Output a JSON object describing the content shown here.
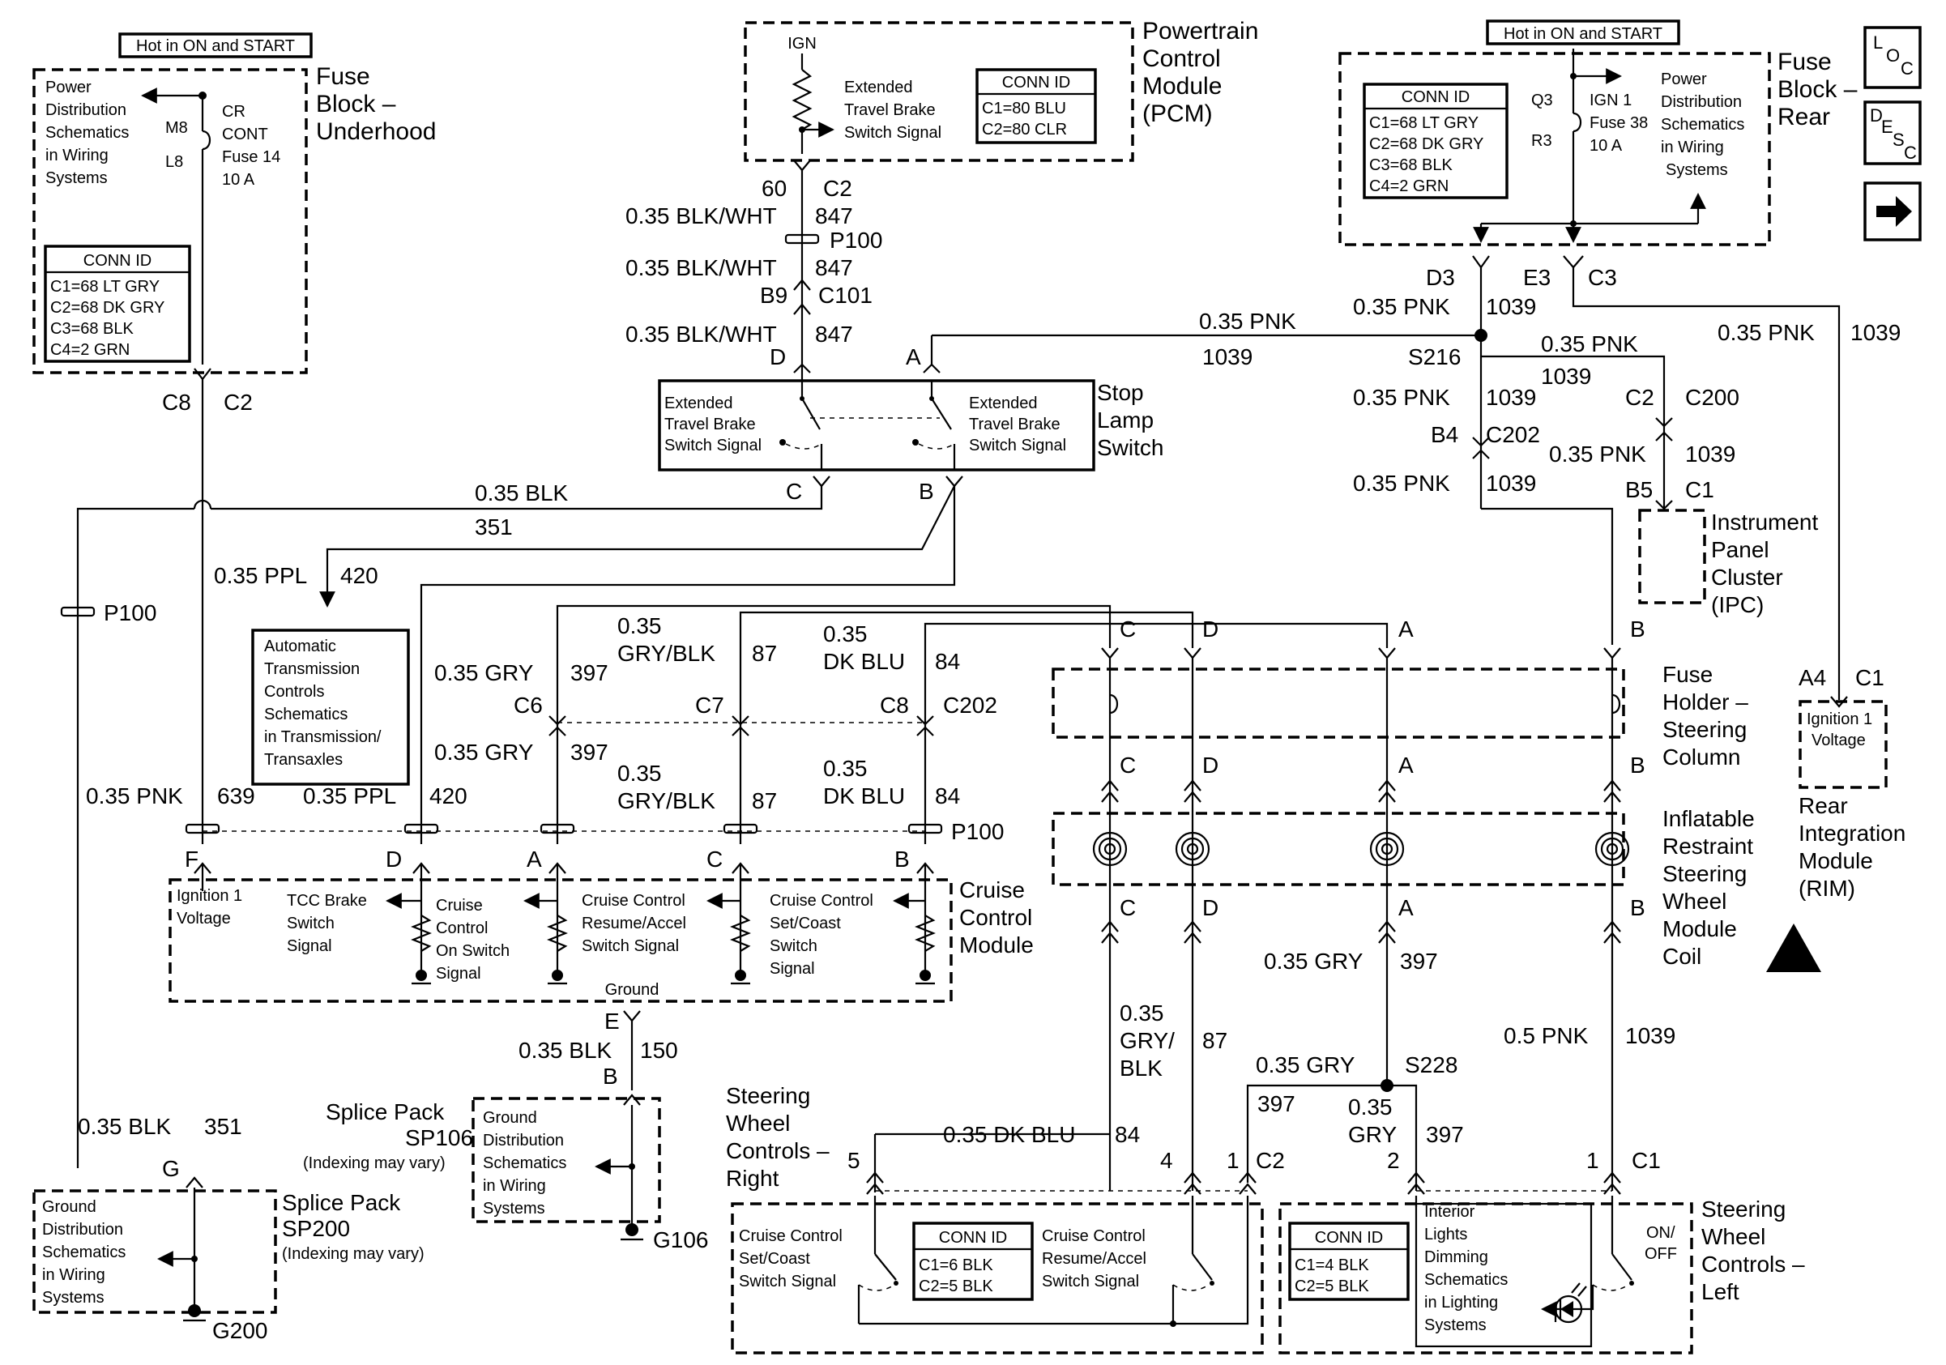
{
  "hot": "Hot in ON and START",
  "conn_id": "CONN ID",
  "fb_underhood": {
    "title": [
      "Fuse",
      "Block –",
      "Underhood"
    ],
    "pd": [
      "Power",
      "Distribution",
      "Schematics",
      "in Wiring",
      "Systems"
    ],
    "fuse": [
      "CR",
      "CONT",
      "Fuse 14",
      "10 A"
    ],
    "m8": "M8",
    "l8": "L8",
    "conn": [
      "C1=68 LT GRY",
      "C2=68 DK GRY",
      "C3=68 BLK",
      "C4=2 GRN"
    ],
    "c8": "C8",
    "c2": "C2"
  },
  "pcm": {
    "title": [
      "Powertrain",
      "Control",
      "Module",
      "(PCM)"
    ],
    "ign": "IGN",
    "sig": [
      "Extended",
      "Travel Brake",
      "Switch Signal"
    ],
    "conn": [
      "C1=80 BLU",
      "C2=80 CLR"
    ],
    "pin": "60",
    "conn_c2": "C2"
  },
  "fb_rear": {
    "title": [
      "Fuse",
      "Block –",
      "Rear"
    ],
    "conn": [
      "C1=68 LT GRY",
      "C2=68 DK GRY",
      "C3=68 BLK",
      "C4=2 GRN"
    ],
    "q3": "Q3",
    "r3": "R3",
    "fuse": [
      "IGN 1",
      "Fuse 38",
      "10 A"
    ],
    "pd": [
      "Power",
      "Distribution",
      "Schematics",
      "in Wiring",
      "Systems"
    ],
    "d3": "D3",
    "e3": "E3",
    "c3": "C3"
  },
  "nav": {
    "loc": [
      "L",
      "O",
      "C"
    ],
    "desc": [
      "D",
      "E",
      "S",
      "C"
    ],
    "arrow": "→"
  },
  "wires": {
    "blk_wht": "0.35 BLK/WHT",
    "c847": "847",
    "p100": "P100",
    "b9": "B9",
    "c101": "C101",
    "pnk": "0.35 PNK",
    "c1039": "1039",
    "s216": "S216",
    "c2": "C2",
    "c200": "C200",
    "b4": "B4",
    "c202": "C202",
    "b5": "B5",
    "c1": "C1",
    "blk": "0.35 BLK",
    "c351": "351",
    "ppl": "0.35 PPL",
    "c420": "420",
    "gry": "0.35 GRY",
    "c397": "397",
    "gry_blk": [
      "0.35",
      "GRY/BLK"
    ],
    "c87": "87",
    "dkblu": [
      "0.35",
      "DK BLU"
    ],
    "c84": "84",
    "c6": "C6",
    "c7": "C7",
    "c8": "C8",
    "c639": "639",
    "e": "E",
    "c150": "150",
    "b": "B",
    "gry_blk3": [
      "0.35",
      "GRY/",
      "BLK"
    ],
    "dkblu1": "0.35 DK BLU",
    "s228": "S228",
    "gry2": [
      "0.35",
      "GRY"
    ],
    "pnk05": "0.5 PNK",
    "g": "G"
  },
  "stop_lamp": {
    "title": [
      "Stop",
      "Lamp",
      "Switch"
    ],
    "left": [
      "Extended",
      "Travel Brake",
      "Switch Signal"
    ],
    "right": [
      "Extended",
      "Travel Brake",
      "Switch Signal"
    ],
    "d": "D",
    "a": "A",
    "c": "C",
    "b": "B"
  },
  "ipc": {
    "title": [
      "Instrument",
      "Panel",
      "Cluster",
      "(IPC)"
    ]
  },
  "atc": {
    "text": [
      "Automatic",
      "Transmission",
      "Controls",
      "Schematics",
      "in Transmission/",
      "Transaxles"
    ]
  },
  "fuse_holder": {
    "title": [
      "Fuse",
      "Holder –",
      "Steering",
      "Column"
    ]
  },
  "airbag_coil": {
    "title": [
      "Inflatable",
      "Restraint",
      "Steering",
      "Wheel",
      "Module",
      "Coil"
    ]
  },
  "rim": {
    "box": [
      "Ignition 1",
      "Voltage"
    ],
    "title": [
      "Rear",
      "Integration",
      "Module",
      "(RIM)"
    ],
    "a4": "A4",
    "c1": "C1"
  },
  "ccm": {
    "title": [
      "Cruise",
      "Control",
      "Module"
    ],
    "ign": [
      "Ignition 1",
      "Voltage"
    ],
    "tcc": [
      "TCC Brake",
      "Switch",
      "Signal"
    ],
    "on": [
      "Cruise",
      "Control",
      "On Switch",
      "Signal"
    ],
    "resume": [
      "Cruise Control",
      "Resume/Accel",
      "Switch Signal"
    ],
    "set": [
      "Cruise Control",
      "Set/Coast",
      "Switch",
      "Signal"
    ],
    "ground": "Ground",
    "pins": [
      "F",
      "D",
      "A",
      "C",
      "B"
    ]
  },
  "letters": {
    "c": "C",
    "d": "D",
    "a": "A",
    "b": "B"
  },
  "sp106": {
    "title": "Splice Pack",
    "id": "SP106",
    "note": "(Indexing may vary)",
    "gd": [
      "Ground",
      "Distribution",
      "Schematics",
      "in Wiring",
      "Systems"
    ],
    "g106": "G106"
  },
  "sp200": {
    "title": "Splice Pack",
    "id": "SP200",
    "note": "(Indexing may vary)",
    "gd": [
      "Ground",
      "Distribution",
      "Schematics",
      "in Wiring",
      "Systems"
    ],
    "g200": "G200"
  },
  "swc_right": {
    "title": [
      "Steering",
      "Wheel",
      "Controls –",
      "Right"
    ],
    "pins": [
      "5",
      "4",
      "1"
    ],
    "conn": "C2",
    "set": [
      "Cruise Control",
      "Set/Coast",
      "Switch Signal"
    ],
    "resume": [
      "Cruise Control",
      "Resume/Accel",
      "Switch Signal"
    ],
    "connid": [
      "C1=6 BLK",
      "C2=5 BLK"
    ]
  },
  "swc_left": {
    "title": [
      "Steering",
      "Wheel",
      "Controls –",
      "Left"
    ],
    "pins": [
      "2",
      "1"
    ],
    "conn": "C1",
    "connid": [
      "C1=4 BLK",
      "C2=5 BLK"
    ],
    "interior": [
      "Interior",
      "Lights",
      "Dimming",
      "Schematics",
      "in Lighting",
      "Systems"
    ],
    "onoff": [
      "ON/",
      "OFF"
    ]
  }
}
